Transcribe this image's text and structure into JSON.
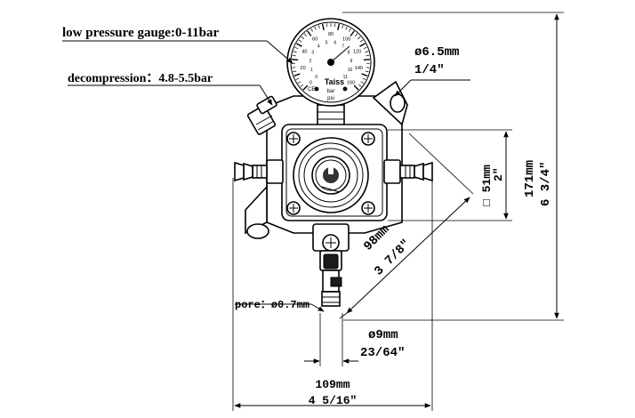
{
  "annotations": {
    "gauge": "low pressure gauge:0-11bar",
    "decompression": "decompression：4.8-5.5bar",
    "pore": "pore：ø0.7mm",
    "outlet_mm": "ø6.5mm",
    "outlet_in": "1/4″"
  },
  "dimensions": {
    "mount_mm": "□ 51mm",
    "mount_in": "2″",
    "height_mm": "171mm",
    "height_in": "6 3/4″",
    "diag_mm": "98mm",
    "diag_in": "3 7/8″",
    "nozzle_mm": "ø9mm",
    "nozzle_in": "23/64″",
    "width_mm": "109mm",
    "width_in": "4 5/16″"
  },
  "gauge_face": {
    "bar_ticks": [
      "0",
      "1",
      "2",
      "3",
      "4",
      "5",
      "6",
      "7",
      "8",
      "9",
      "10",
      "11"
    ],
    "psi_ticks": [
      "0",
      "20",
      "40",
      "60",
      "80",
      "100",
      "120",
      "140",
      "160"
    ],
    "brand": "Taiss",
    "unit_bar": "bar",
    "unit_psi": "psi",
    "ce_mark": "CE"
  }
}
